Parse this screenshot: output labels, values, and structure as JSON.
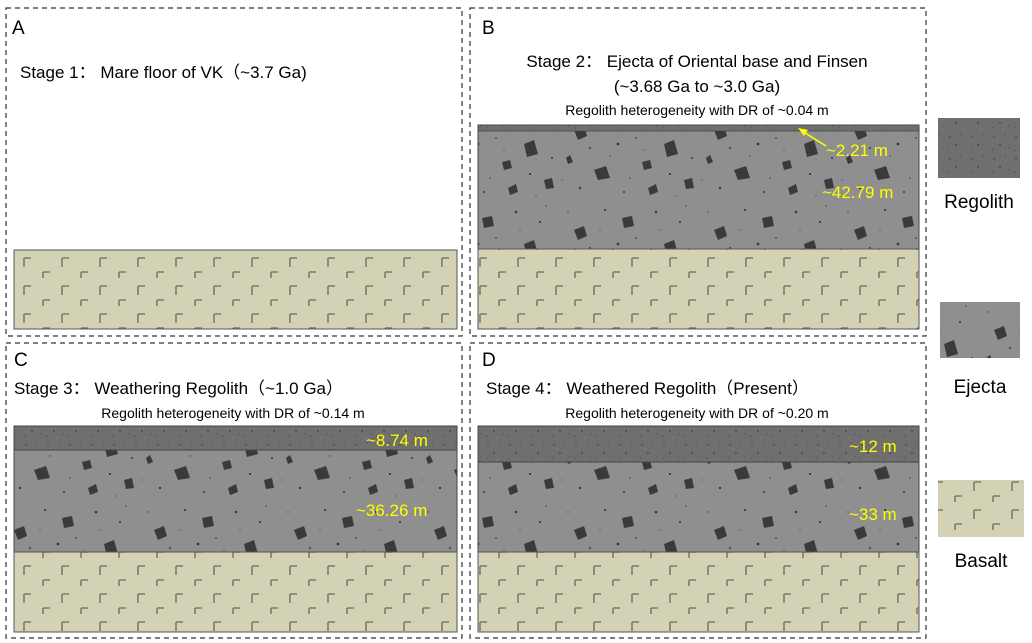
{
  "colors": {
    "regolith": "#6f6f6f",
    "ejecta": "#8f8f8f",
    "basalt": "#d4d2b5",
    "basalt_mark": "#7d7a70",
    "rock": "#3a3a3a",
    "label": "#ffff00",
    "frame": "#333333"
  },
  "panels": {
    "a": {
      "letter": "A",
      "title": "Stage 1： Mare floor of VK（~3.7 Ga)"
    },
    "b": {
      "letter": "B",
      "title_line1": "Stage 2： Ejecta of Oriental base and Finsen",
      "title_line2": "(~3.68 Ga to ~3.0 Ga)",
      "subtitle": "Regolith heterogeneity with DR of ~0.04 m",
      "regolith_label": "~2.21 m",
      "ejecta_label": "~42.79 m"
    },
    "c": {
      "letter": "C",
      "title": "Stage 3： Weathering Regolith（~1.0 Ga）",
      "subtitle": "Regolith heterogeneity with DR of ~0.14 m",
      "regolith_label": "~8.74 m",
      "ejecta_label": "~36.26 m"
    },
    "d": {
      "letter": "D",
      "title": "Stage 4： Weathered Regolith（Present）",
      "subtitle": "Regolith heterogeneity with DR of ~0.20 m",
      "regolith_label": "~12 m",
      "ejecta_label": "~33 m"
    }
  },
  "legend": {
    "regolith": "Regolith",
    "ejecta": "Ejecta",
    "basalt": "Basalt"
  }
}
